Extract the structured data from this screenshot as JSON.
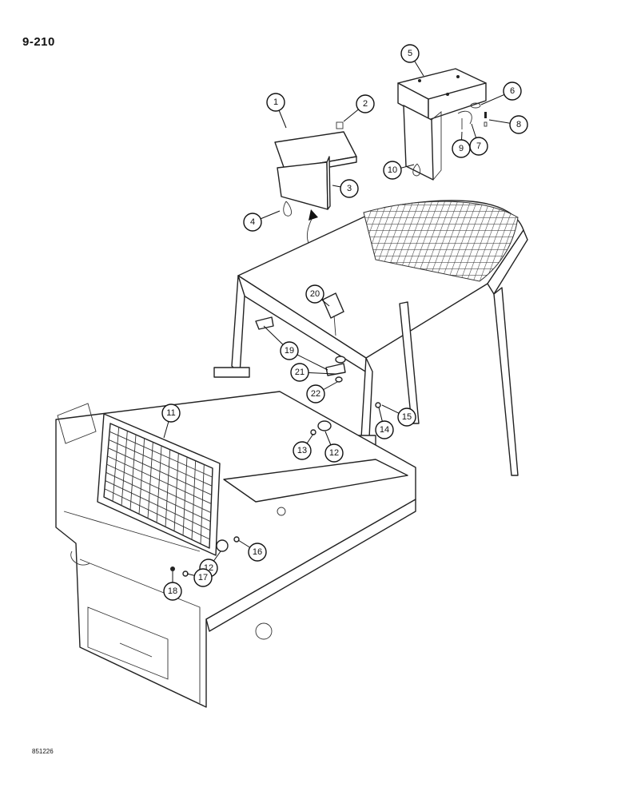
{
  "page": {
    "page_number": "9-210",
    "reference_code": "851226"
  },
  "callouts": [
    {
      "id": "callout-1",
      "label": "1"
    },
    {
      "id": "callout-2",
      "label": "2"
    },
    {
      "id": "callout-3",
      "label": "3"
    },
    {
      "id": "callout-4",
      "label": "4"
    },
    {
      "id": "callout-5",
      "label": "5"
    },
    {
      "id": "callout-6",
      "label": "6"
    },
    {
      "id": "callout-7",
      "label": "7"
    },
    {
      "id": "callout-8",
      "label": "8"
    },
    {
      "id": "callout-9",
      "label": "9"
    },
    {
      "id": "callout-10",
      "label": "10"
    },
    {
      "id": "callout-11",
      "label": "11"
    },
    {
      "id": "callout-12a",
      "label": "12"
    },
    {
      "id": "callout-12b",
      "label": "12"
    },
    {
      "id": "callout-13",
      "label": "13"
    },
    {
      "id": "callout-14",
      "label": "14"
    },
    {
      "id": "callout-15",
      "label": "15"
    },
    {
      "id": "callout-16",
      "label": "16"
    },
    {
      "id": "callout-17",
      "label": "17"
    },
    {
      "id": "callout-18",
      "label": "18"
    },
    {
      "id": "callout-19",
      "label": "19"
    },
    {
      "id": "callout-20",
      "label": "20"
    },
    {
      "id": "callout-21",
      "label": "21"
    },
    {
      "id": "callout-22",
      "label": "22"
    }
  ]
}
